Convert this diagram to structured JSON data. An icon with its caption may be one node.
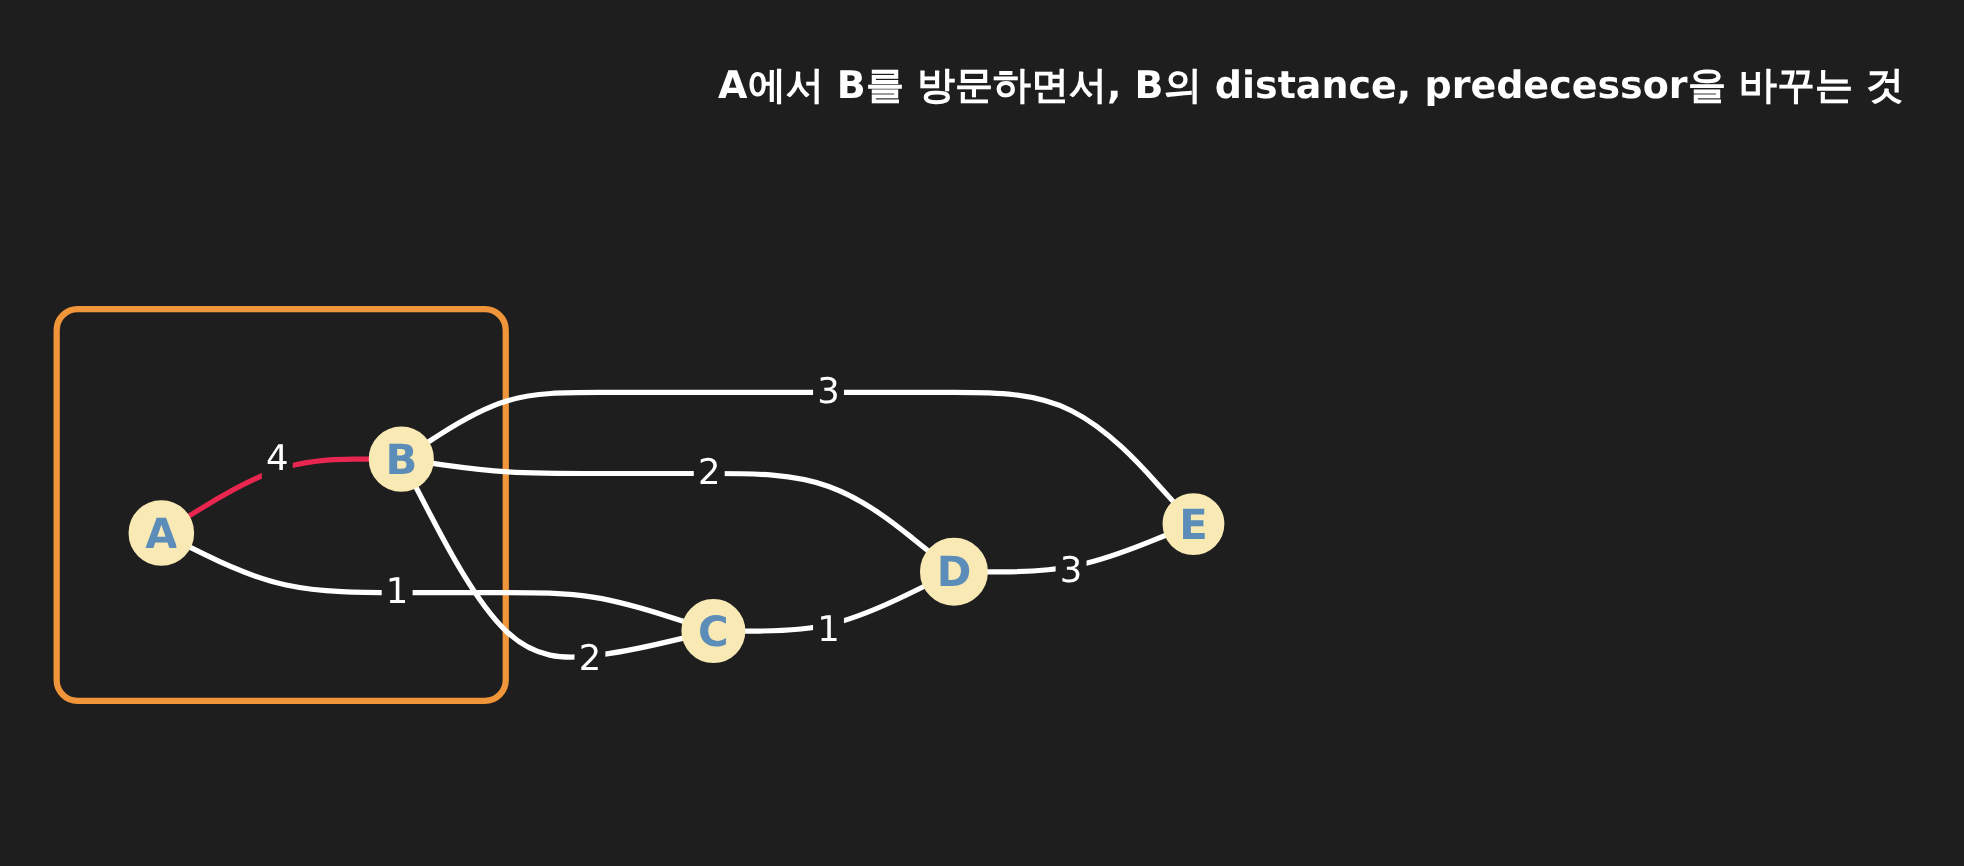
{
  "diagram": {
    "title": "A에서 B를 방문하면서, B의 distance, predecessor을 바꾸는 것",
    "nodes": [
      {
        "text": [],
        "shape": "box"
      },
      {
        "text": [
          "A"
        ],
        "in": 0
      },
      {
        "text": [
          "B"
        ],
        "in": 0
      },
      {
        "text": [
          "C"
        ]
      },
      {
        "text": [
          "D"
        ]
      },
      {
        "text": [
          "E"
        ]
      }
    ],
    "edges": [
      {
        "from": 1,
        "to": 2,
        "arrow": "none",
        "label": "4",
        "color": "#e8264f"
      },
      {
        "from": 1,
        "to": 3,
        "arrow": "none",
        "label": "1"
      },
      {
        "from": 2,
        "to": 3,
        "arrow": "none",
        "label": "2"
      },
      {
        "from": 2,
        "to": 4,
        "arrow": "none",
        "label": "2"
      },
      {
        "from": 2,
        "to": 5,
        "arrow": "none",
        "label": "3"
      },
      {
        "from": 3,
        "to": 4,
        "arrow": "none",
        "label": "1"
      },
      {
        "from": 4,
        "to": 5,
        "arrow": "none",
        "label": "3"
      }
    ]
  }
}
